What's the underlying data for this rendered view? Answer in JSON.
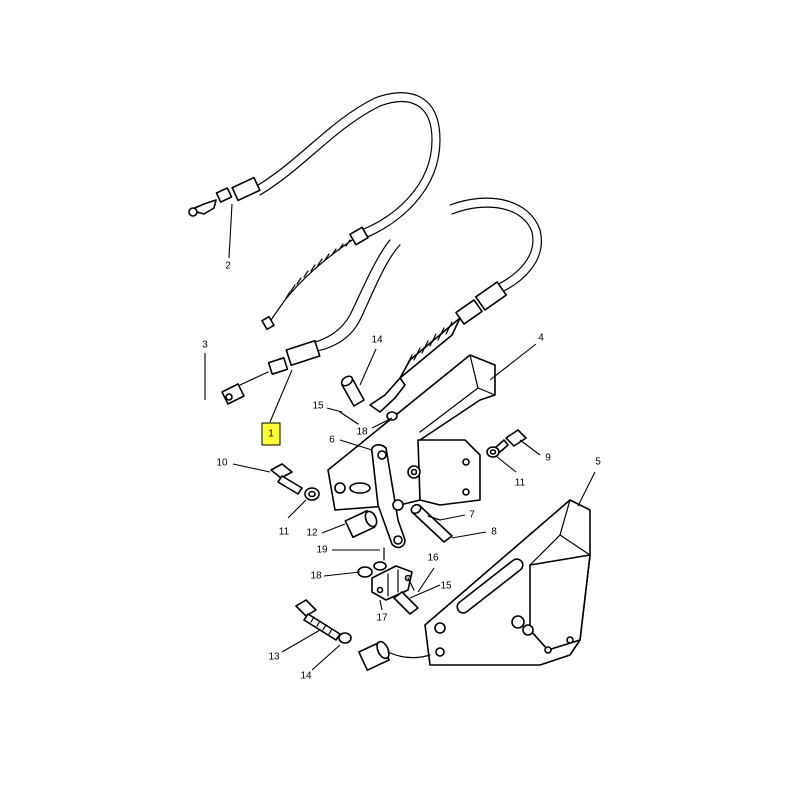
{
  "colors": {
    "line": "#000000",
    "background": "#ffffff",
    "highlight": "#ffff33"
  },
  "highlighted_callout": "1",
  "callouts": {
    "c1": "1",
    "c2": "2",
    "c3": "3",
    "c4": "4",
    "c5": "5",
    "c6": "6",
    "c7": "7",
    "c8": "8",
    "c9": "9",
    "c10": "10",
    "c11a": "11",
    "c11b": "11",
    "c12": "12",
    "c13": "13",
    "c14a": "14",
    "c14b": "14",
    "c15a": "15",
    "c15b": "15",
    "c16": "16",
    "c17": "17",
    "c18a": "18",
    "c18b": "18",
    "c19": "19"
  }
}
